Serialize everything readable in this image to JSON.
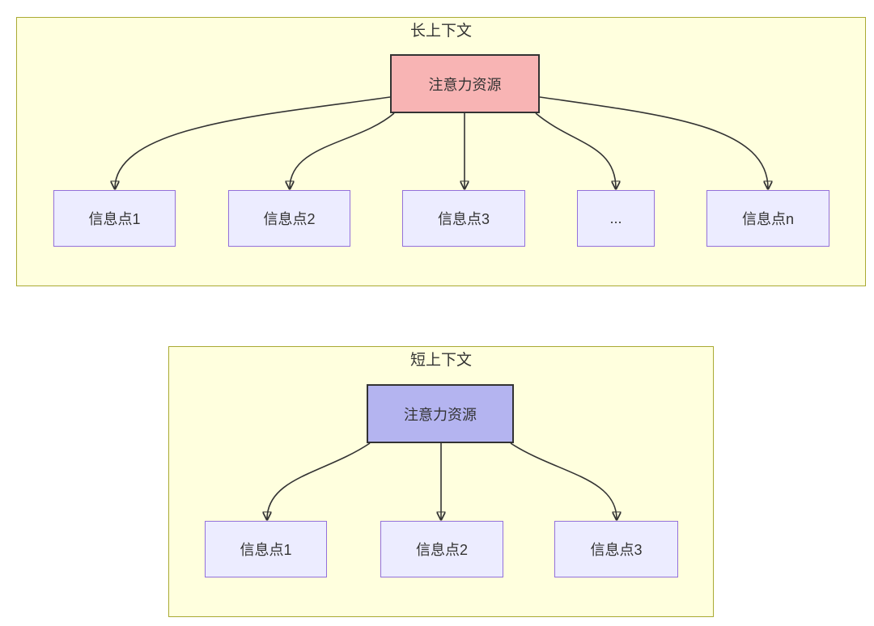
{
  "diagram": {
    "colors": {
      "panel_bg": "#ffffde",
      "panel_border": "#aaaa33",
      "info_node_bg": "#ececff",
      "info_node_border": "#9370db",
      "long_source_bg": "#f8b4b4",
      "short_source_bg": "#b4b4f0",
      "line": "#333333",
      "text": "#333333"
    },
    "long_context": {
      "title": "长上下文",
      "source_label": "注意力资源",
      "targets": [
        "信息点1",
        "信息点2",
        "信息点3",
        "...",
        "信息点n"
      ]
    },
    "short_context": {
      "title": "短上下文",
      "source_label": "注意力资源",
      "targets": [
        "信息点1",
        "信息点2",
        "信息点3"
      ]
    }
  }
}
